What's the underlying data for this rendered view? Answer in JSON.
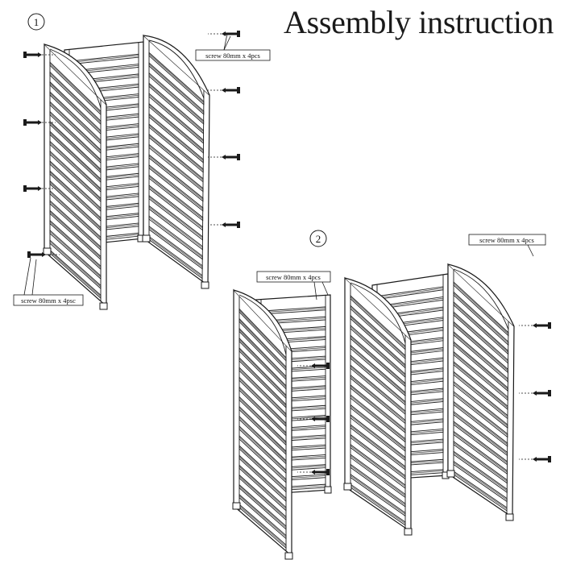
{
  "title": "Assembly instruction",
  "steps": [
    {
      "number": "1",
      "callouts": [
        {
          "id": "top-right",
          "text": "screw 80mm x 4pcs"
        },
        {
          "id": "bottom-left",
          "text": "screw 80mm x 4psc"
        }
      ]
    },
    {
      "number": "2",
      "callouts": [
        {
          "id": "top-left",
          "text": "screw 80mm x 4pcs"
        },
        {
          "id": "top-right",
          "text": "screw 80mm x 4pcs"
        }
      ]
    }
  ],
  "colors": {
    "line": "#1a1a1a",
    "background": "#ffffff"
  },
  "icons": [
    "screw-icon",
    "fence-panel-icon"
  ]
}
